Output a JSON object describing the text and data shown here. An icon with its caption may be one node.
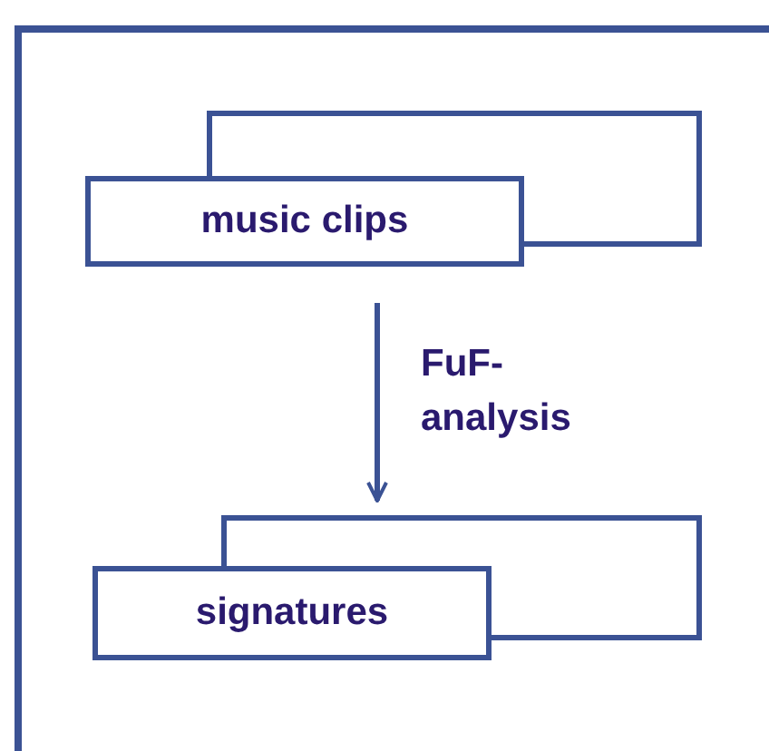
{
  "diagram": {
    "nodes": [
      {
        "text": [],
        "shape": "box"
      },
      {
        "text": [
          "music clips"
        ],
        "in": 0
      },
      {
        "text": [
          "signatures"
        ],
        "in": 0
      }
    ],
    "edges": [
      {
        "from": 1,
        "to": 2,
        "arrow": "to",
        "label": "FuF- analysis"
      }
    ]
  }
}
